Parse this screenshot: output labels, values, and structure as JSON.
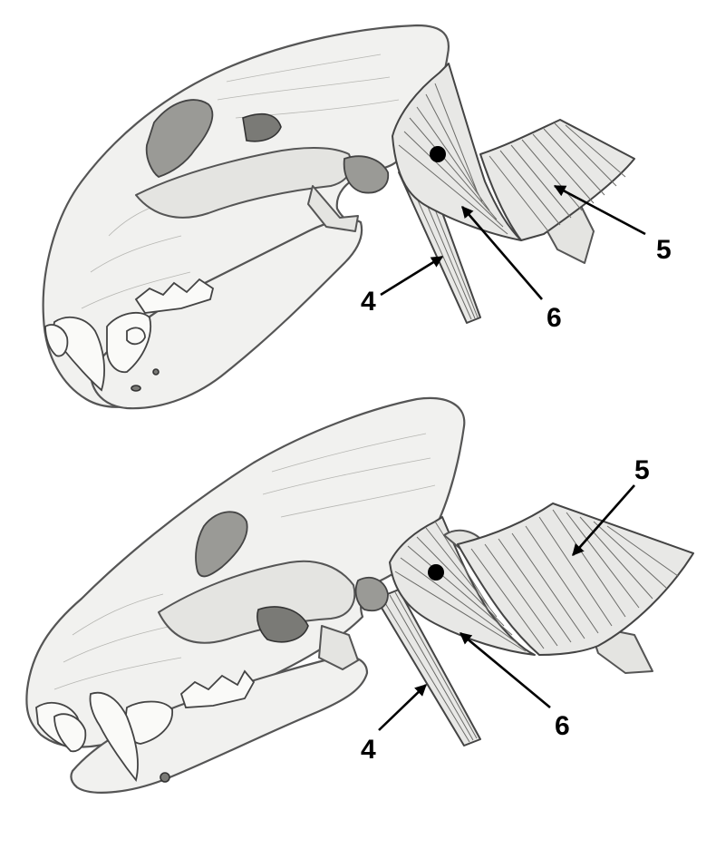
{
  "figure": {
    "top_panel": {
      "labels": {
        "label_4": "4",
        "label_5": "5",
        "label_6": "6"
      }
    },
    "bottom_panel": {
      "labels": {
        "label_4": "4",
        "label_5": "5",
        "label_6": "6"
      }
    }
  }
}
